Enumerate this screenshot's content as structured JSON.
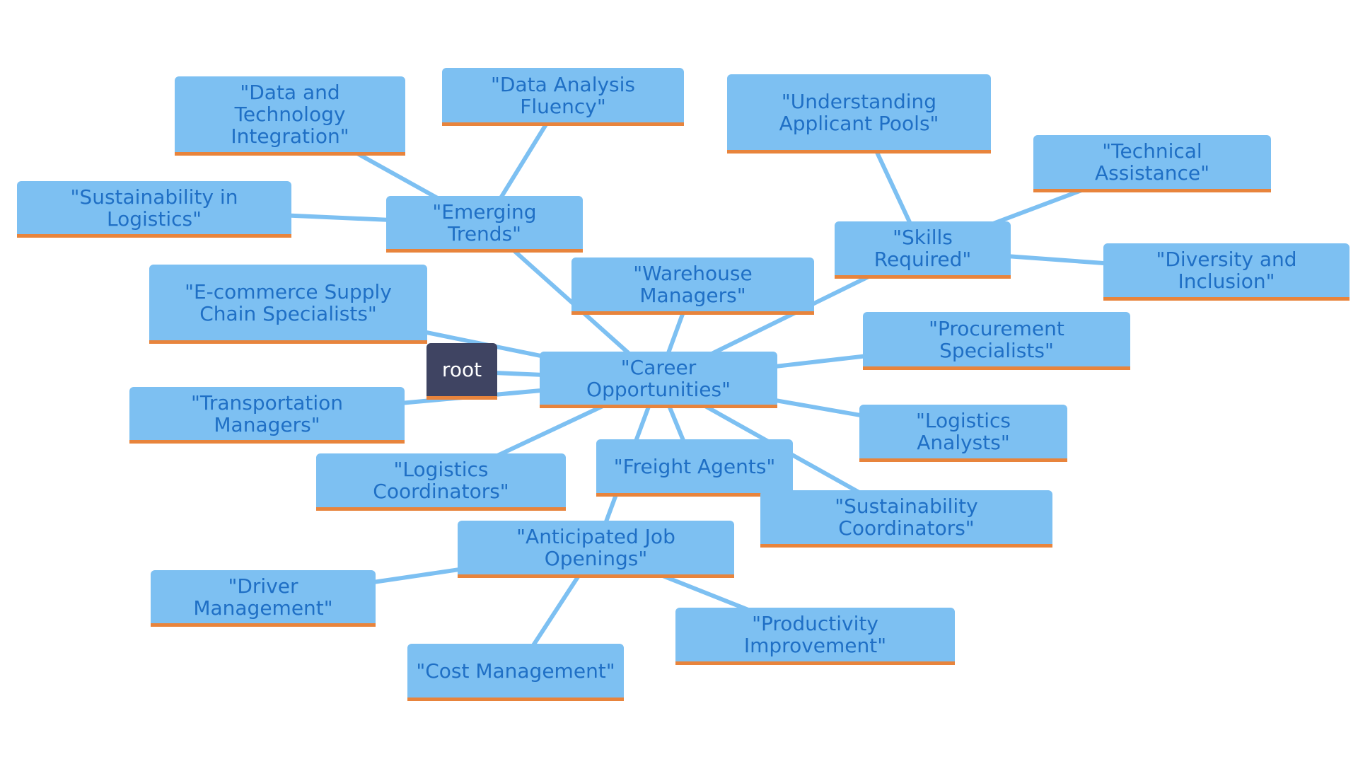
{
  "diagram": {
    "nodes": [
      {
        "id": "root",
        "label": "root",
        "parent": null
      },
      {
        "id": "career",
        "label": "\"Career Opportunities\"",
        "parent": "root"
      },
      {
        "id": "emerging",
        "label": "\"Emerging Trends\"",
        "parent": "career"
      },
      {
        "id": "data_tech",
        "label": "\"Data and Technology Integration\"",
        "parent": "emerging"
      },
      {
        "id": "data_analysis",
        "label": "\"Data Analysis Fluency\"",
        "parent": "emerging"
      },
      {
        "id": "sustain_log",
        "label": "\"Sustainability in Logistics\"",
        "parent": "emerging"
      },
      {
        "id": "skills",
        "label": "\"Skills Required\"",
        "parent": "career"
      },
      {
        "id": "applicant",
        "label": "\"Understanding Applicant Pools\"",
        "parent": "skills"
      },
      {
        "id": "tech_assist",
        "label": "\"Technical Assistance\"",
        "parent": "skills"
      },
      {
        "id": "diversity",
        "label": "\"Diversity and Inclusion\"",
        "parent": "skills"
      },
      {
        "id": "warehouse",
        "label": "\"Warehouse Managers\"",
        "parent": "career"
      },
      {
        "id": "ecommerce",
        "label": "\"E-commerce Supply Chain Specialists\"",
        "parent": "career"
      },
      {
        "id": "transport",
        "label": "\"Transportation Managers\"",
        "parent": "career"
      },
      {
        "id": "log_coord",
        "label": "\"Logistics Coordinators\"",
        "parent": "career"
      },
      {
        "id": "freight",
        "label": "\"Freight Agents\"",
        "parent": "career"
      },
      {
        "id": "sustain_coord",
        "label": "\"Sustainability Coordinators\"",
        "parent": "career"
      },
      {
        "id": "procure",
        "label": "\"Procurement Specialists\"",
        "parent": "career"
      },
      {
        "id": "log_analyst",
        "label": "\"Logistics Analysts\"",
        "parent": "career"
      },
      {
        "id": "job_openings",
        "label": "\"Anticipated Job Openings\"",
        "parent": "career"
      },
      {
        "id": "driver",
        "label": "\"Driver Management\"",
        "parent": "job_openings"
      },
      {
        "id": "cost",
        "label": "\"Cost Management\"",
        "parent": "job_openings"
      },
      {
        "id": "productivity",
        "label": "\"Productivity Improvement\"",
        "parent": "job_openings"
      }
    ]
  },
  "colors": {
    "node_fill": "#7dc0f2",
    "node_text": "#1f6fc5",
    "node_underline": "#e8843c",
    "root_fill": "#3f4462",
    "root_text": "#ffffff",
    "edge": "#7dc0f2",
    "background": "#ffffff"
  }
}
